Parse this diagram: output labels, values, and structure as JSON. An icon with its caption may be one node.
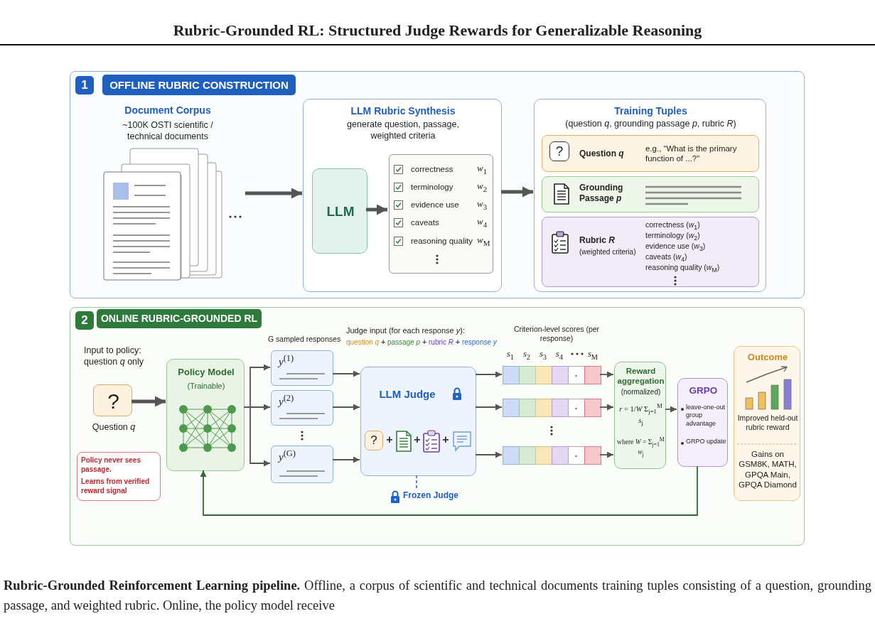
{
  "diagram": {
    "title": "Rubric-Grounded RL: Structured Judge Rewards for Generalizable Reasoning",
    "caption": "**Rubric-Grounded Reinforcement Learning pipeline.** Offline, a corpus of scientific and technical documents training tuples consisting of a question, grounding passage, and weighted rubric. Online, the policy model receive",
    "nodes": [
      {
        "text": [
          "1",
          "OFFLINE RUBRIC CONSTRUCTION"
        ]
      },
      {
        "text": [
          "Document Corpus",
          "~100K OSTI scientific / technical documents"
        ],
        "in": 0
      },
      {
        "text": [
          "LLM Rubric Synthesis",
          "generate question, passage, weighted criteria"
        ],
        "in": 0
      },
      {
        "text": [
          "LLM"
        ],
        "in": 2
      },
      {
        "text": [
          "correctness",
          "*w*$_{1}$",
          "terminology",
          "*w*$_{2}$",
          "evidence use",
          "*w*$_{3}$",
          "caveats",
          "*w*$_{4}$",
          "reasoning quality",
          "*w*$_{M}$"
        ],
        "in": 2
      },
      {
        "text": [
          "Training Tuples",
          "(question *q*, grounding passage *p*, rubric *R*)"
        ],
        "in": 0
      },
      {
        "text": [
          "?",
          "Question *q*",
          "e.g., “What is the primary function of ...?”"
        ],
        "in": 5
      },
      {
        "text": [
          "Grounding Passage *p*"
        ],
        "in": 5
      },
      {
        "text": [
          "Rubric *R*",
          "(weighted criteria)",
          "correctness (*w*$_{1}$)",
          "terminology (*w*$_{2}$)",
          "evidence use (*w*$_{3}$)",
          "caveats (*w*$_{4}$)",
          "reasoning quality (*w*$_{M}$)"
        ],
        "in": 5
      },
      {
        "text": [
          "2",
          "ONLINE RUBRIC-GROUNDED RL"
        ]
      },
      {
        "text": [
          "?"
        ],
        "in": 9,
        "beside": [
          "Input to policy: question *q* only",
          "Question *q*"
        ]
      },
      {
        "text": [
          "Policy Model",
          "(Trainable)"
        ],
        "in": 9
      },
      {
        "text": [
          "Policy never sees passage.",
          "Learns from verified reward signal"
        ],
        "in": 9
      },
      {
        "text": [
          "*y*$^{(1)}$"
        ],
        "in": 9
      },
      {
        "text": [
          "*y*$^{(2)}$"
        ],
        "in": 9
      },
      {
        "text": [
          "*y*$^{(G)}$"
        ],
        "in": 9
      },
      {
        "text": [
          "LLM Judge",
          "?",
          "+",
          "+",
          "+"
        ],
        "in": 9
      },
      {
        "text": [
          "Frozen Judge"
        ],
        "in": 9
      },
      {
        "text": [],
        "shape": "bar",
        "in": 9,
        "beside": [
          "*s*$_{1}$",
          "*s*$_{2}$",
          "*s*$_{3}$",
          "*s*$_{4}$",
          "*s*$_{M}$"
        ]
      },
      {
        "text": [],
        "shape": "bar",
        "in": 9
      },
      {
        "text": [],
        "shape": "bar",
        "in": 9
      },
      {
        "text": [
          "Reward aggregation",
          "(normalized)",
          "*r* = 1/*W* Σ$_{j=1}$$^{M}$ *s*$_{j}$",
          "where *W* = Σ$_{j=1}$$^{M}$ *w*$_{j}$"
        ],
        "in": 9
      },
      {
        "text": [
          "GRPO",
          "leave-one-out group advantage",
          "GRPO update"
        ],
        "in": 9
      },
      {
        "text": [
          "Outcome",
          "Improved held-out rubric reward",
          "Gains on GSM8K, MATH, GPQA Main, GPQA Diamond"
        ],
        "in": 9
      }
    ],
    "edges": [
      {
        "from": 1,
        "to": 2,
        "arrow": "to",
        "style": "thick"
      },
      {
        "from": 3,
        "to": 4,
        "arrow": "to",
        "style": "thick"
      },
      {
        "from": 2,
        "to": 5,
        "arrow": "to",
        "style": "thick"
      },
      {
        "from": 10,
        "to": 11,
        "arrow": "to",
        "style": "thick"
      },
      {
        "from": 11,
        "to": 13,
        "arrow": "to"
      },
      {
        "from": 11,
        "to": 14,
        "arrow": "to"
      },
      {
        "from": 11,
        "to": 15,
        "arrow": "to"
      },
      {
        "from": 13,
        "to": 16,
        "arrow": "to"
      },
      {
        "from": 14,
        "to": 16,
        "arrow": "to"
      },
      {
        "from": 15,
        "to": 16,
        "arrow": "to"
      },
      {
        "from": 16,
        "to": 18,
        "arrow": "to"
      },
      {
        "from": 16,
        "to": 19,
        "arrow": "to"
      },
      {
        "from": 16,
        "to": 20,
        "arrow": "to"
      },
      {
        "from": 18,
        "to": 21,
        "arrow": "to"
      },
      {
        "from": 19,
        "to": 21,
        "arrow": "to"
      },
      {
        "from": 20,
        "to": 21,
        "arrow": "to"
      },
      {
        "from": 21,
        "to": 22,
        "arrow": "to"
      },
      {
        "from": 22,
        "to": 11,
        "arrow": "to",
        "color": "#2e6b30"
      },
      {
        "from": 16,
        "to": 17,
        "arrow": "none",
        "style": "dashed",
        "color": "#4a7fd0"
      }
    ],
    "labels": [
      "G sampled responses",
      "Judge input (for each response *y*):",
      "question *q*",
      "+",
      "passage *p*",
      "+",
      "rubric *R*",
      "+",
      "response *y*",
      "Criterion-level scores (per response)"
    ]
  }
}
